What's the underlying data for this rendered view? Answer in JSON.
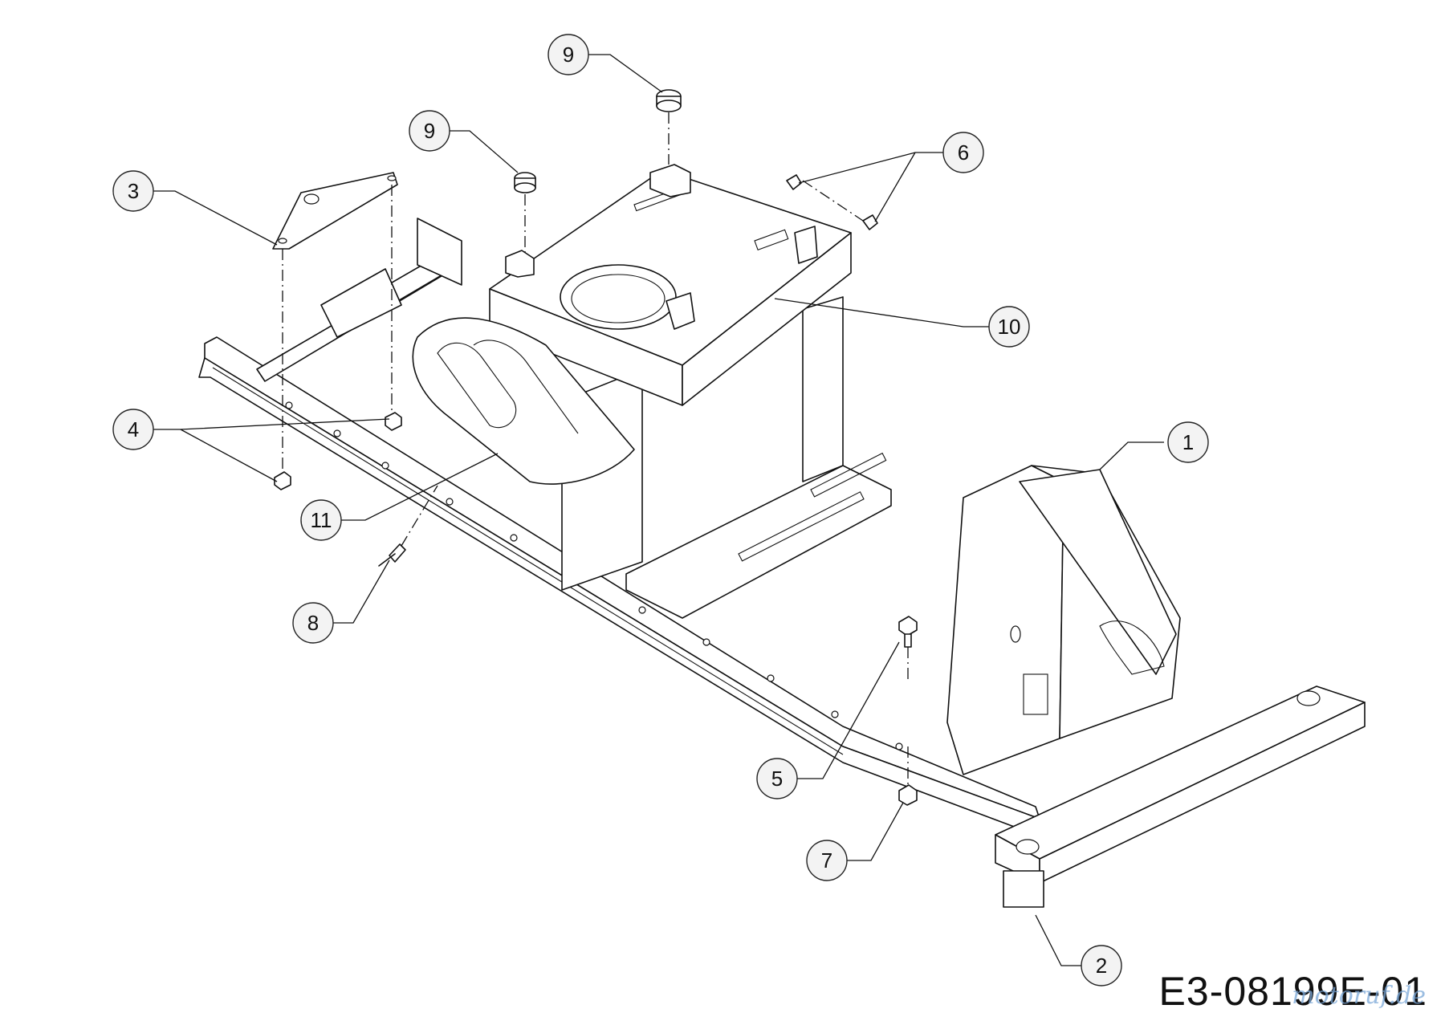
{
  "callouts": {
    "c1": "1",
    "c2": "2",
    "c3": "3",
    "c4": "4",
    "c5": "5",
    "c6": "6",
    "c7": "7",
    "c8": "8",
    "c9a": "9",
    "c9b": "9",
    "c10": "10",
    "c11": "11"
  },
  "drawing_code": "E3-08199E-01",
  "watermark": "motoruf.de"
}
